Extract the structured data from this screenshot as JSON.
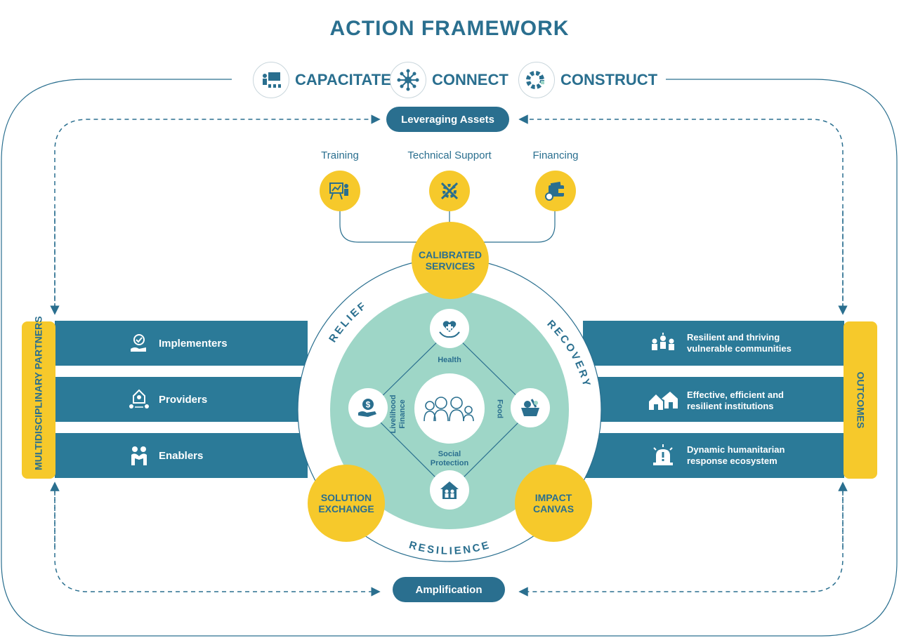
{
  "title": "ACTION FRAMEWORK",
  "pillars": [
    {
      "label": "CAPACITATE",
      "icon": "trainer-board-icon"
    },
    {
      "label": "CONNECT",
      "icon": "network-icon"
    },
    {
      "label": "CONSTRUCT",
      "icon": "gear-build-icon"
    }
  ],
  "top_pill": "Leveraging Assets",
  "bottom_pill": "Amplification",
  "services": [
    {
      "label": "Training",
      "icon": "presentation-icon"
    },
    {
      "label": "Technical Support",
      "icon": "tools-icon"
    },
    {
      "label": "Financing",
      "icon": "wallet-icon"
    }
  ],
  "calibrated": "CALIBRATED SERVICES",
  "solution": "SOLUTION EXCHANGE",
  "impact": "IMPACT CANVAS",
  "ring_labels": {
    "relief": "RELIEF",
    "recovery": "RECOVERY",
    "resilience": "RESILIENCE"
  },
  "sectors": {
    "health": "Health",
    "food": "Food",
    "social": "Social Protection",
    "livelihood": "Livelihood Finance"
  },
  "left_label": "MULTIDISCIPLINARY PARTNERS",
  "right_label": "OUTCOMES",
  "partners": [
    {
      "label": "Implementers",
      "icon": "hand-badge-icon"
    },
    {
      "label": "Providers",
      "icon": "house-people-icon"
    },
    {
      "label": "Enablers",
      "icon": "handshake-icon"
    }
  ],
  "outcomes": [
    {
      "label": "Resilient and thriving vulnerable communities",
      "line1": "Resilient and thriving",
      "line2": "vulnerable communities",
      "icon": "community-icon"
    },
    {
      "label": "Effective, efficient and resilient institutions",
      "line1": "Effective, efficient and",
      "line2": "resilient institutions",
      "icon": "houses-icon"
    },
    {
      "label": "Dynamic humanitarian response ecosystem",
      "line1": "Dynamic humanitarian",
      "line2": "response ecosystem",
      "icon": "alarm-icon"
    }
  ],
  "colors": {
    "teal": "#2b7a98",
    "yellow": "#f6c92b",
    "mint": "#9ed6c7",
    "ink": "#2a6f8f"
  }
}
